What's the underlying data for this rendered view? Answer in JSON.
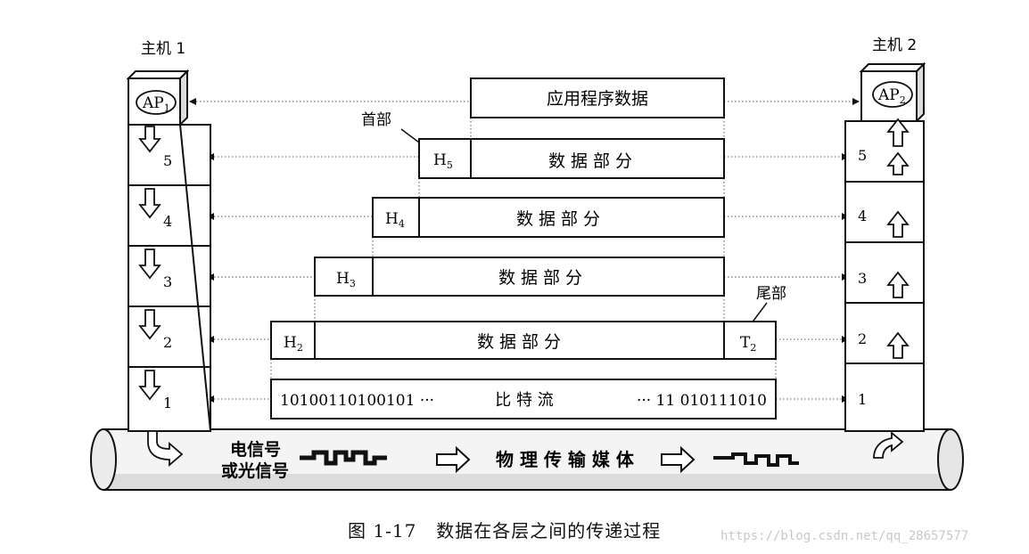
{
  "host1": {
    "title": "主机 1",
    "ap": "AP",
    "ap_sub": "1",
    "layers": [
      "5",
      "4",
      "3",
      "2",
      "1"
    ]
  },
  "host2": {
    "title": "主机 2",
    "ap": "AP",
    "ap_sub": "2",
    "layers": [
      "5",
      "4",
      "3",
      "2",
      "1"
    ]
  },
  "units": {
    "app": "应用程序数据",
    "header_label": "首部",
    "trailer_label": "尾部",
    "data_part": "数 据 部 分",
    "h5": "H",
    "h5_sub": "5",
    "h4": "H",
    "h4_sub": "4",
    "h3": "H",
    "h3_sub": "3",
    "h2": "H",
    "h2_sub": "2",
    "t2": "T",
    "t2_sub": "2",
    "bits_left": "10100110100101 ···",
    "bits_mid": "比   特   流",
    "bits_right": "··· 11 010111010"
  },
  "medium": {
    "signal_line1": "电信号",
    "signal_line2": "或光信号",
    "name": "物 理 传 输 媒 体"
  },
  "caption": {
    "number": "图 1-17",
    "text": "数据在各层之间的传递过程"
  },
  "watermark": "https://blog.csdn.net/qq_28657577",
  "colors": {
    "ink": "#111111",
    "paper": "#ffffff",
    "guide": "#555555"
  }
}
